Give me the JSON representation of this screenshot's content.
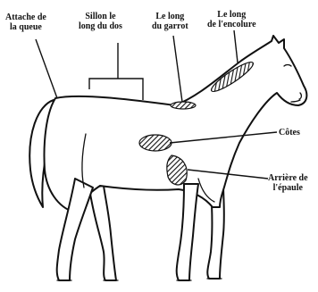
{
  "labels": {
    "queue": {
      "line1": "Attache de",
      "line2": "la queue"
    },
    "dos": {
      "line1": "Sillon le",
      "line2": "long du dos"
    },
    "garrot": {
      "line1": "Le long",
      "line2": "du garrot"
    },
    "encolure": {
      "line1": "Le long",
      "line2": "de l'encolure"
    },
    "cotes": {
      "line1": "Côtes"
    },
    "epaule": {
      "line1": "Arrière de",
      "line2": "l'épaule"
    }
  }
}
